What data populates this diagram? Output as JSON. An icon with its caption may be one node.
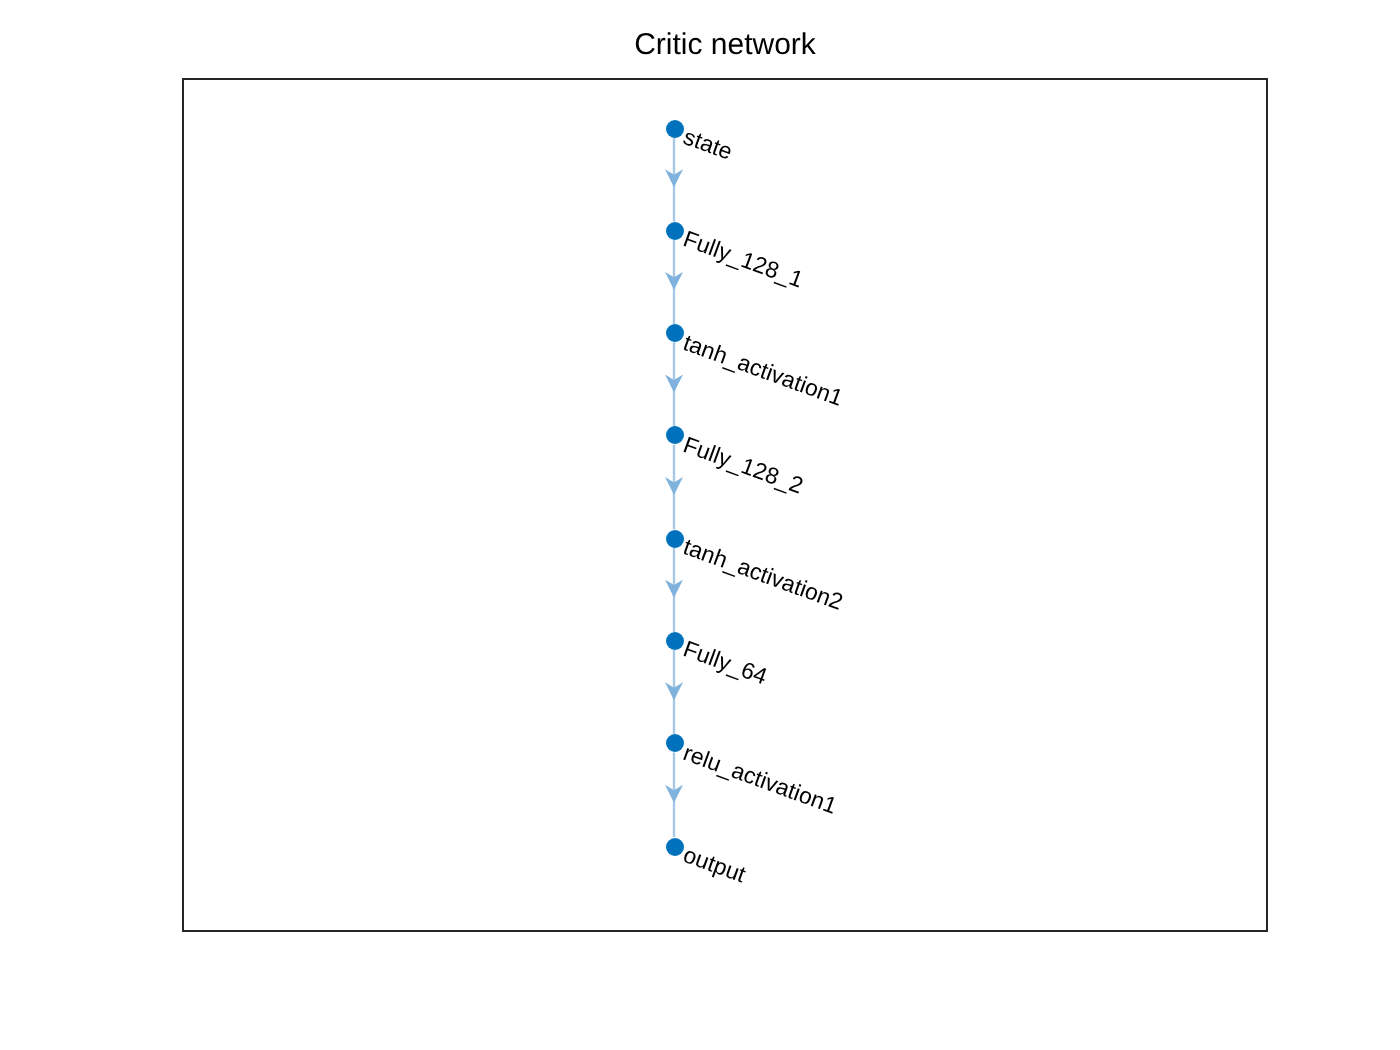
{
  "diagram": {
    "title": "Critic network",
    "nodes": [
      {
        "text": [],
        "shape": "circle",
        "beside": [
          "state"
        ]
      },
      {
        "text": [],
        "shape": "circle",
        "beside": [
          "Fully_128_1"
        ]
      },
      {
        "text": [],
        "shape": "circle",
        "beside": [
          "tanh_activation1"
        ]
      },
      {
        "text": [],
        "shape": "circle",
        "beside": [
          "Fully_128_2"
        ]
      },
      {
        "text": [],
        "shape": "circle",
        "beside": [
          "tanh_activation2"
        ]
      },
      {
        "text": [],
        "shape": "circle",
        "beside": [
          "Fully_64"
        ]
      },
      {
        "text": [],
        "shape": "circle",
        "beside": [
          "relu_activation1"
        ]
      },
      {
        "text": [],
        "shape": "circle",
        "beside": [
          "output"
        ]
      }
    ],
    "edges": [
      {
        "from": 0,
        "to": 1,
        "arrow": "to"
      },
      {
        "from": 1,
        "to": 2,
        "arrow": "to"
      },
      {
        "from": 2,
        "to": 3,
        "arrow": "to"
      },
      {
        "from": 3,
        "to": 4,
        "arrow": "to"
      },
      {
        "from": 4,
        "to": 5,
        "arrow": "to"
      },
      {
        "from": 5,
        "to": 6,
        "arrow": "to"
      },
      {
        "from": 6,
        "to": 7,
        "arrow": "to"
      }
    ]
  }
}
